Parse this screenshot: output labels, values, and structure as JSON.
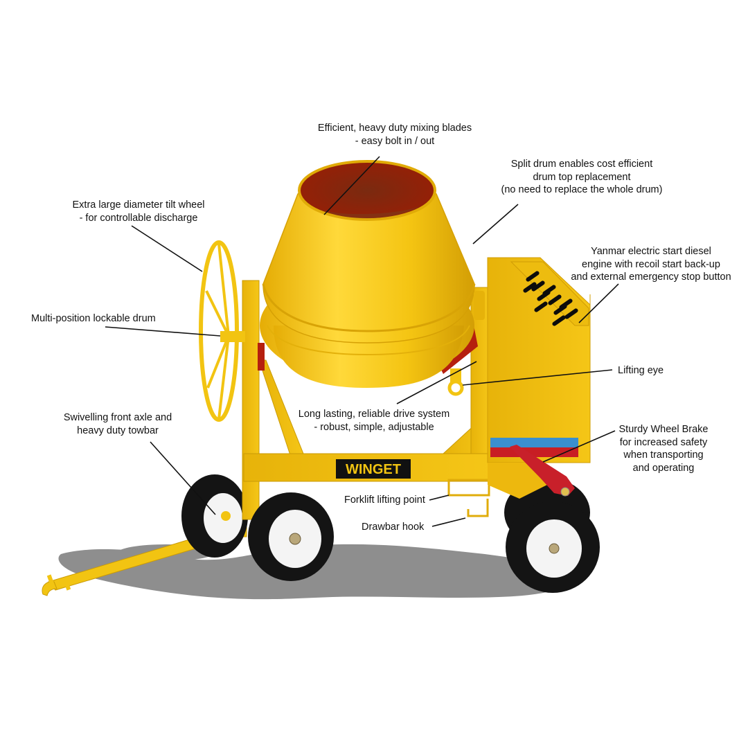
{
  "product": {
    "brand_badge": "WINGET",
    "colors": {
      "body_yellow": "#f2c412",
      "body_yellow_dark": "#c99a06",
      "drum_interior": "#8a1c08",
      "tyre": "#141414",
      "rim": "#f4f4f4",
      "brake_red": "#c8202a",
      "stripe_blue": "#3a8fcf",
      "stripe_red": "#c81e24",
      "shadow": "#8e8e8e",
      "leader_line": "#111111",
      "text": "#111111"
    }
  },
  "callouts": [
    {
      "id": "mixing-blades",
      "lines": [
        "Efficient, heavy duty mixing blades",
        "- easy bolt in / out"
      ]
    },
    {
      "id": "split-drum",
      "lines": [
        "Split drum enables cost efficient",
        "drum top replacement",
        "(no need to replace the whole drum)"
      ]
    },
    {
      "id": "tilt-wheel",
      "lines": [
        "Extra large diameter tilt wheel",
        "- for controllable discharge"
      ]
    },
    {
      "id": "engine",
      "lines": [
        "Yanmar electric start diesel",
        "engine with recoil start back-up",
        "and external emergency stop button"
      ]
    },
    {
      "id": "lockable-drum",
      "lines": [
        "Multi-position lockable drum"
      ]
    },
    {
      "id": "lifting-eye",
      "lines": [
        "Lifting eye"
      ]
    },
    {
      "id": "drive-system",
      "lines": [
        "Long lasting, reliable drive system",
        "- robust, simple, adjustable"
      ]
    },
    {
      "id": "front-axle",
      "lines": [
        "Swivelling front axle and",
        "heavy duty towbar"
      ]
    },
    {
      "id": "wheel-brake",
      "lines": [
        "Sturdy Wheel Brake",
        "for increased safety",
        "when transporting",
        "and operating"
      ]
    },
    {
      "id": "forklift-point",
      "lines": [
        "Forklift lifting point"
      ]
    },
    {
      "id": "drawbar-hook",
      "lines": [
        "Drawbar hook"
      ]
    }
  ]
}
